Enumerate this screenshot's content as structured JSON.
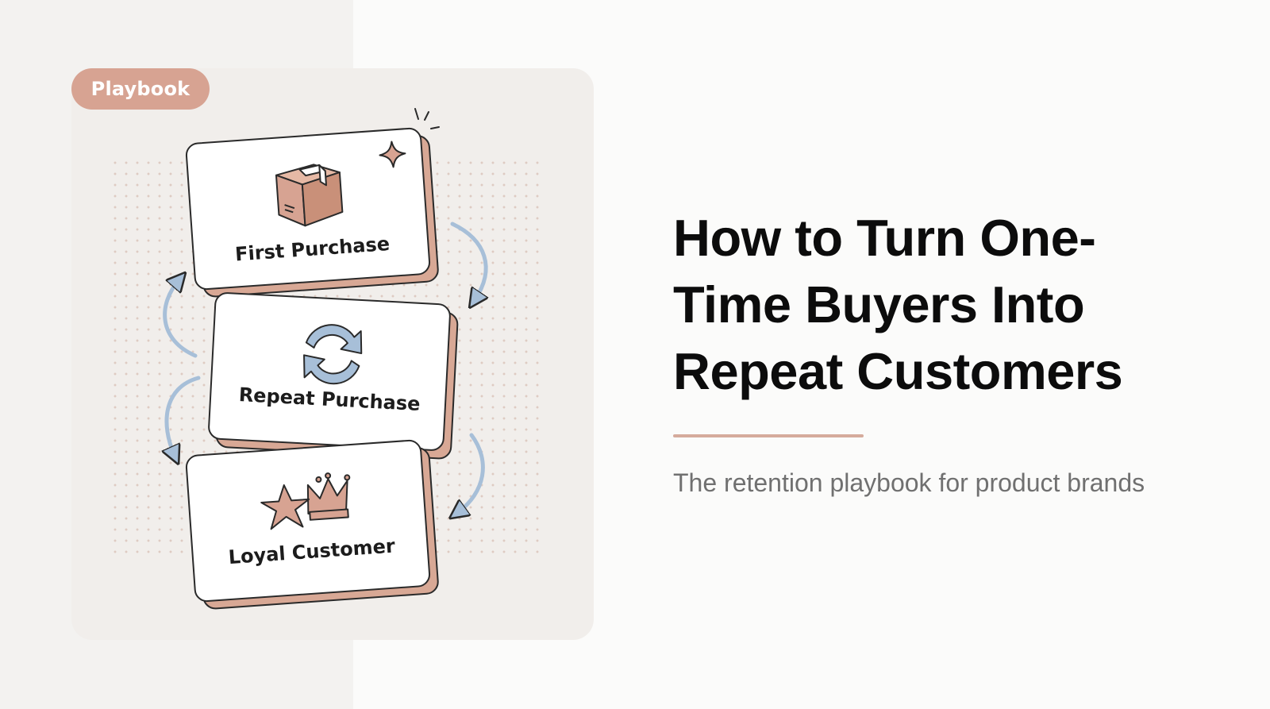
{
  "tag": {
    "label": "Playbook"
  },
  "cards": [
    {
      "label": "First Purchase",
      "icon": "package-box-icon"
    },
    {
      "label": "Repeat Purchase",
      "icon": "refresh-cycle-icon"
    },
    {
      "label": "Loyal Customer",
      "icon": "star-crown-icon"
    }
  ],
  "headline": {
    "line1": "How to Turn One-",
    "line2": "Time Buyers Into",
    "line3": "Repeat Customers"
  },
  "subtitle": "The retention playbook for product brands",
  "colors": {
    "accent": "#d7a392",
    "card_shadow": "#d8a895",
    "arrow": "#a7bfd8",
    "headline": "#0c0c0c",
    "subtitle": "#707070"
  }
}
